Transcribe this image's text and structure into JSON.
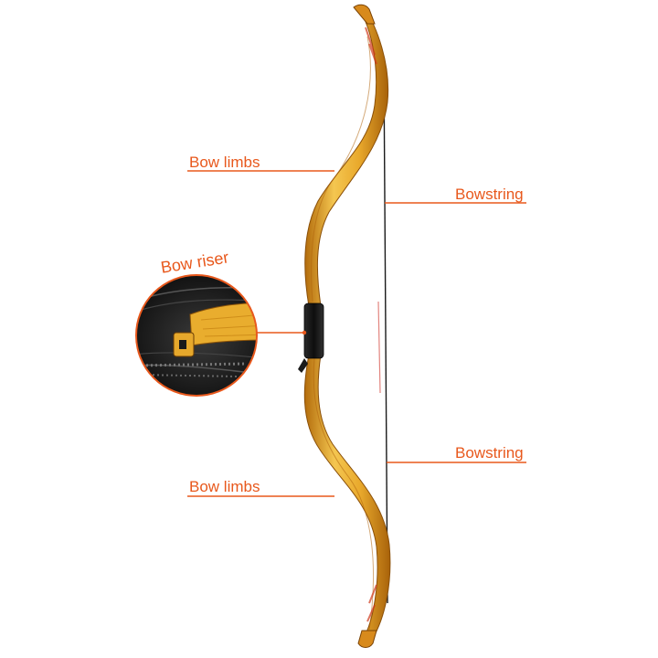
{
  "labels": {
    "bow_limbs_top": "Bow limbs",
    "bow_limbs_bottom": "Bow limbs",
    "bowstring_top": "Bowstring",
    "bowstring_bottom": "Bowstring",
    "bow_riser": "Bow riser"
  },
  "colors": {
    "accent": "#e8581c",
    "wood_light": "#f0c24a",
    "wood_dark": "#c07a12",
    "grip": "#1c1c1c",
    "string": "#1a1a1a",
    "background": "#ffffff"
  }
}
